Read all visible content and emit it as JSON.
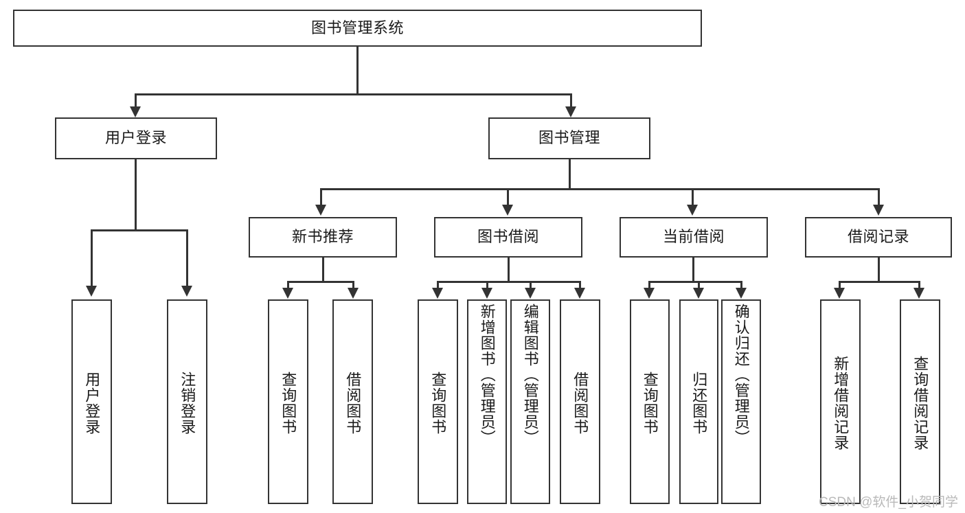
{
  "diagram": {
    "title": "图书管理系统",
    "type": "functional-structure-tree",
    "root": {
      "label": "图书管理系统"
    },
    "level2": [
      {
        "label": "用户登录"
      },
      {
        "label": "图书管理"
      }
    ],
    "level3": [
      {
        "label": "新书推荐"
      },
      {
        "label": "图书借阅"
      },
      {
        "label": "当前借阅"
      },
      {
        "label": "借阅记录"
      }
    ],
    "leaves": {
      "user_login": [
        {
          "label": "用户登录"
        },
        {
          "label": "注销登录"
        }
      ],
      "new_book_recommend": [
        {
          "label": "查询图书"
        },
        {
          "label": "借阅图书"
        }
      ],
      "book_borrow": [
        {
          "label": "查询图书"
        },
        {
          "label": "新增图书（管理员）"
        },
        {
          "label": "编辑图书（管理员）"
        },
        {
          "label": "借阅图书"
        }
      ],
      "current_borrow": [
        {
          "label": "查询图书"
        },
        {
          "label": "归还图书"
        },
        {
          "label": "确认归还（管理员）"
        }
      ],
      "borrow_record": [
        {
          "label": "新增借阅记录"
        },
        {
          "label": "查询借阅记录"
        }
      ]
    }
  },
  "watermark": {
    "text": "CSDN @软件_小贺同学"
  },
  "colors": {
    "stroke": "#333333",
    "fill": "#ffffff",
    "text": "#1a1a1a",
    "watermark": "#b9b9b9"
  }
}
